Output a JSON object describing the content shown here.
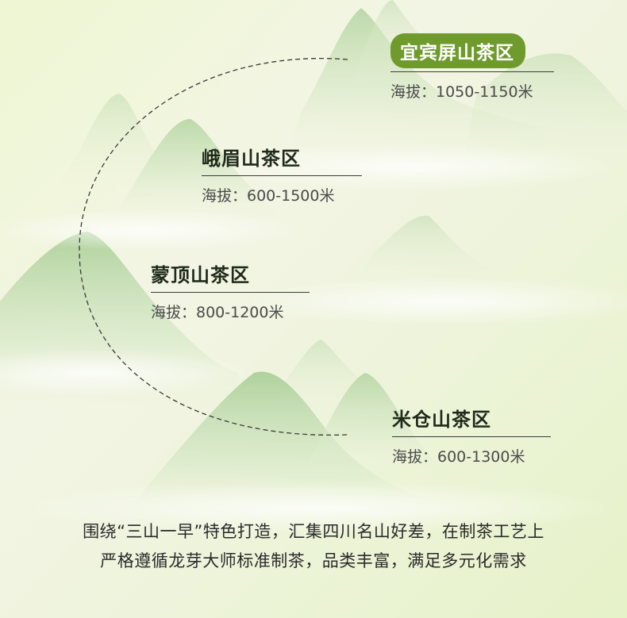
{
  "regions": [
    {
      "name": "宜宾屏山茶区",
      "altitude": "海拔：1050-1150米",
      "highlight": true
    },
    {
      "name": "峨眉山茶区",
      "altitude": "海拔：600-1500米",
      "highlight": false
    },
    {
      "name": "蒙顶山茶区",
      "altitude": "海拔：800-1200米",
      "highlight": false
    },
    {
      "name": "米仓山茶区",
      "altitude": "海拔：600-1300米",
      "highlight": false
    }
  ],
  "caption": {
    "line1": "围绕“三山一早”特色打造，汇集四川名山好差，在制茶工艺上",
    "line2": "严格遵循龙芽大师标准制茶，品类丰富，满足多元化需求"
  },
  "colors": {
    "accent": "#6f9b2c",
    "text": "#1f2a1a",
    "background": "#eef4dc"
  }
}
